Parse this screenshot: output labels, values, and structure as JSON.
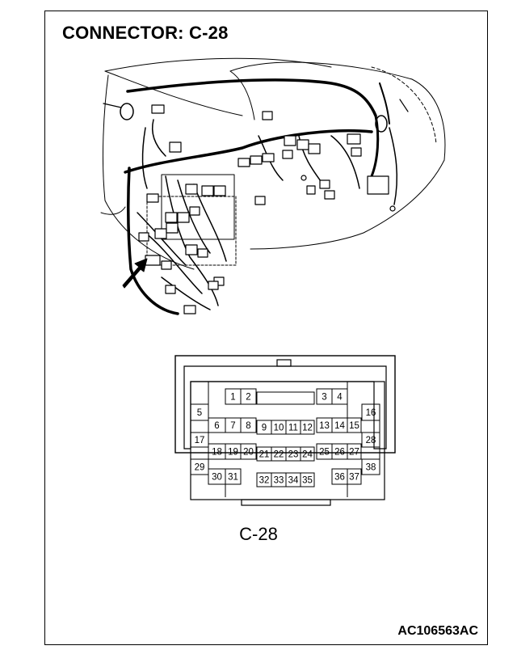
{
  "title": "CONNECTOR: C-28",
  "connector_label": "C-28",
  "figure_id": "AC106563AC",
  "connector": {
    "name": "C-28",
    "pins": [
      "1",
      "2",
      "3",
      "4",
      "5",
      "6",
      "7",
      "8",
      "9",
      "10",
      "11",
      "12",
      "13",
      "14",
      "15",
      "16",
      "17",
      "18",
      "19",
      "20",
      "21",
      "22",
      "23",
      "24",
      "25",
      "26",
      "27",
      "28",
      "29",
      "30",
      "31",
      "32",
      "33",
      "34",
      "35",
      "36",
      "37",
      "38"
    ]
  },
  "illustration": {
    "subject": "instrument-panel-wiring-harness",
    "pointer": "arrow-icon"
  }
}
